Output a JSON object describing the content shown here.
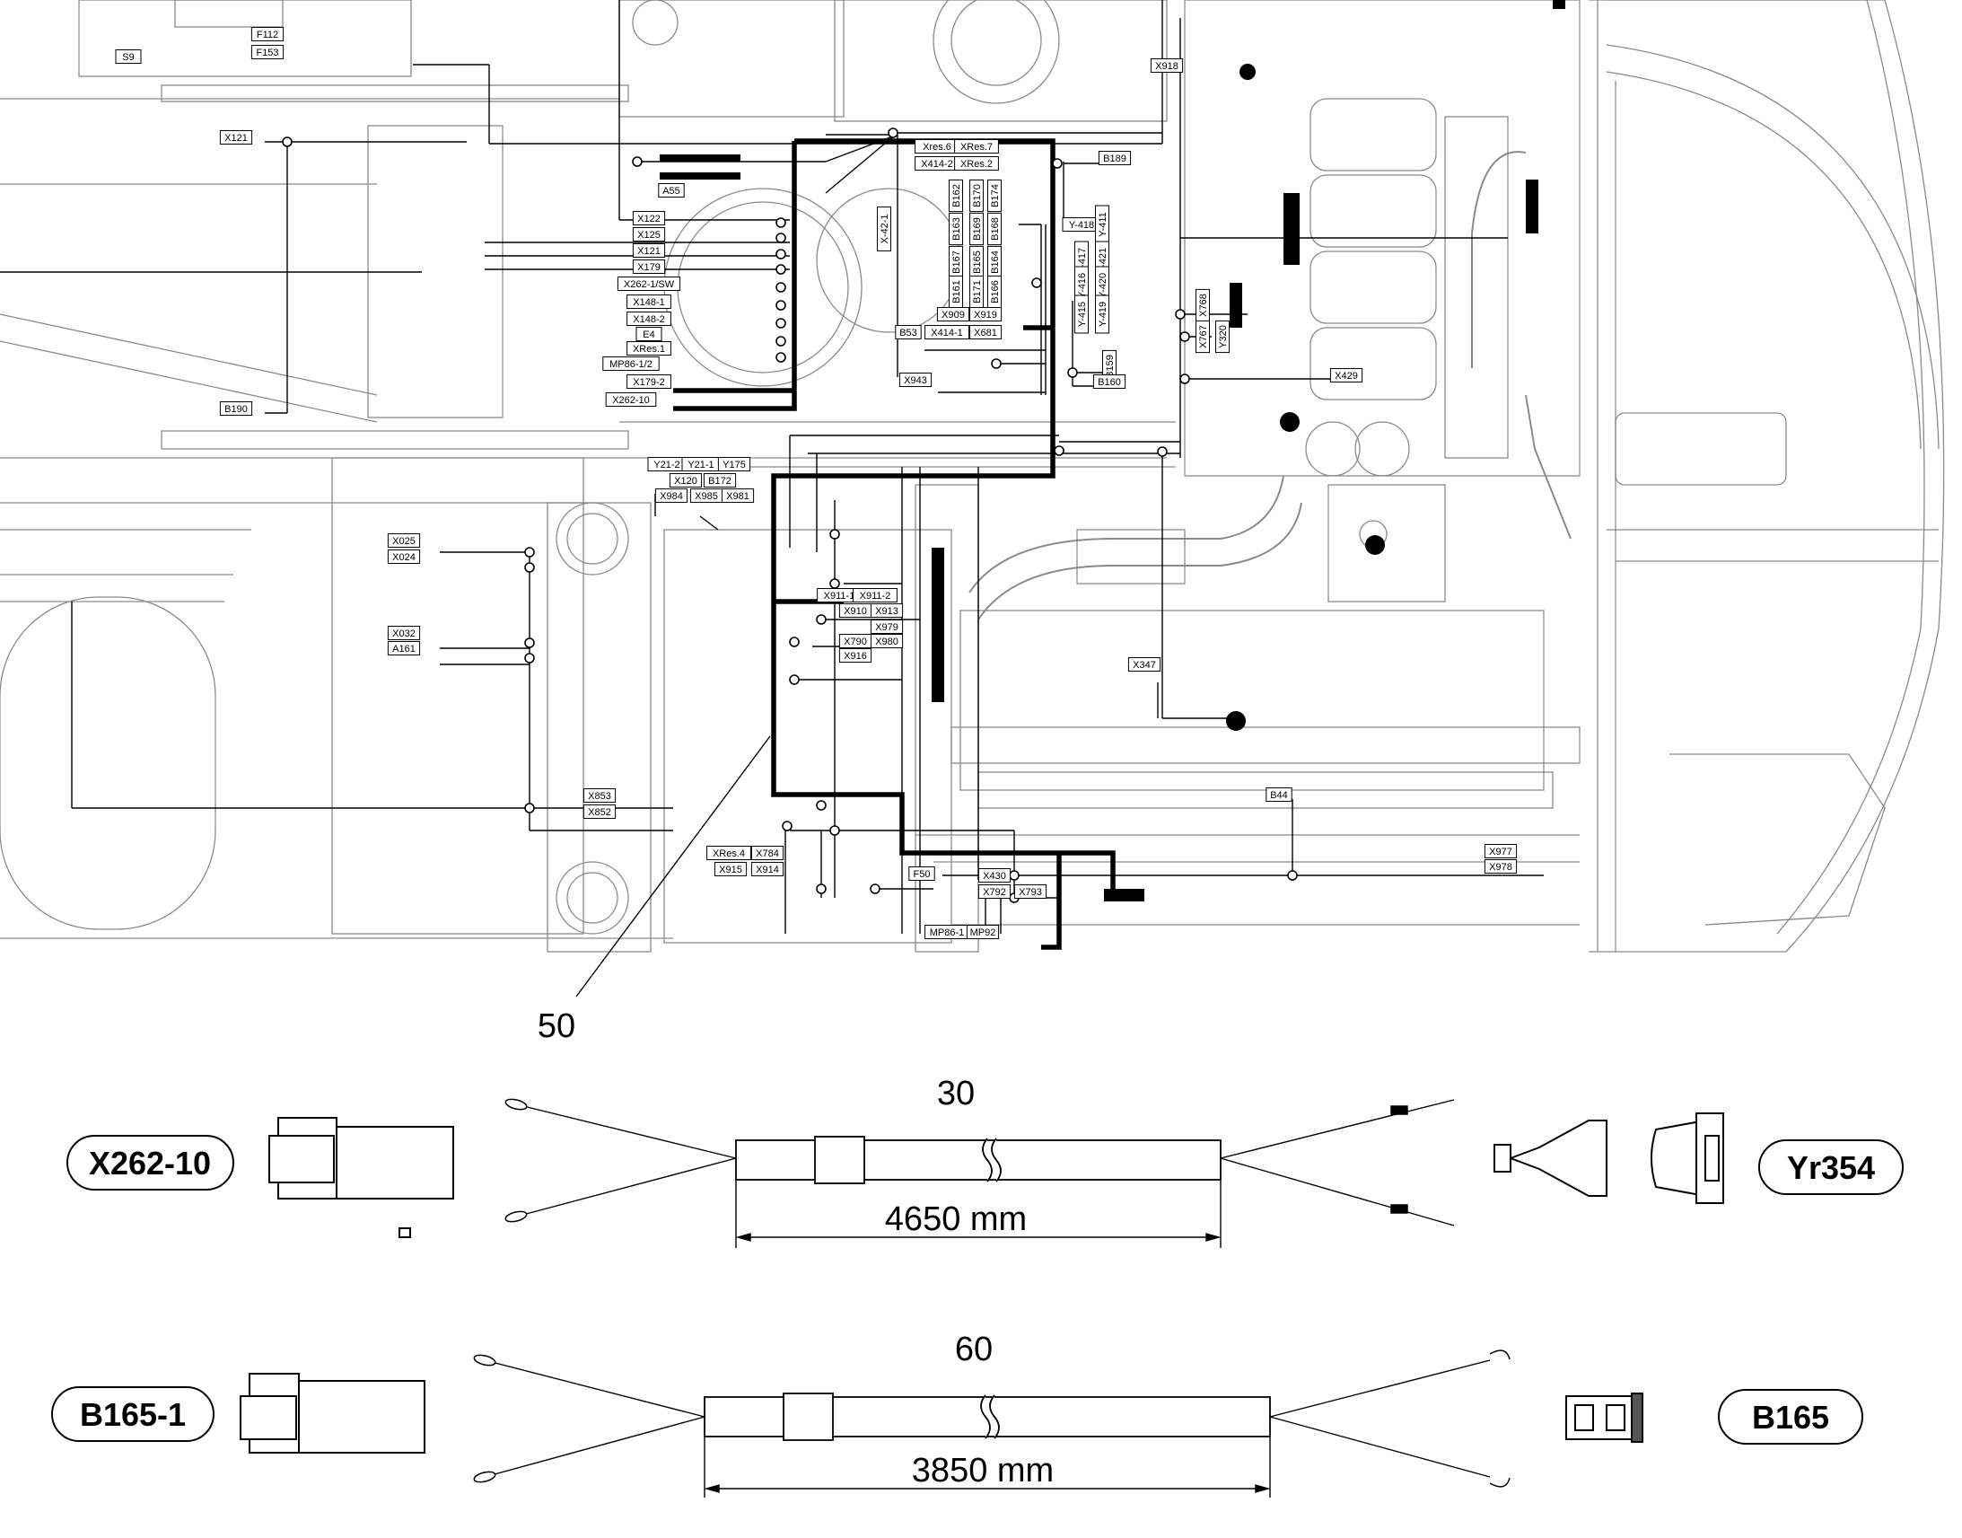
{
  "schematic": {
    "callout": "50",
    "labels": [
      "F112",
      "F153",
      "S9",
      "X121",
      "B190",
      "X918",
      "B189",
      "X122",
      "X125",
      "X121",
      "X179",
      "X262-1/SW",
      "X148-1",
      "X148-2",
      "E4",
      "XRes.1",
      "MP86-1/2",
      "X179-2",
      "X262-10",
      "A55",
      "Xres.6",
      "XRes.7",
      "X414-2",
      "XRes.2",
      "X-42-1",
      "B162",
      "B170",
      "B174",
      "B163",
      "B169",
      "B168",
      "B167",
      "B165",
      "B164",
      "B161",
      "B171",
      "B166",
      "X909",
      "X919",
      "X414-1",
      "X681",
      "B53",
      "X943",
      "Y-418",
      "Y-411",
      "Y-417",
      "Y-421",
      "Y-416",
      "Y-420",
      "Y-415",
      "Y-419",
      "B159",
      "B160",
      "X768",
      "X767",
      "Y320",
      "X429",
      "Y21-2",
      "Y21-1",
      "Y175",
      "X120",
      "B172",
      "X984",
      "X985",
      "X981",
      "X025",
      "X024",
      "X032",
      "A161",
      "X911-1",
      "X911-2",
      "X910",
      "X913",
      "X979",
      "X790",
      "X980",
      "X916",
      "X347",
      "X853",
      "X852",
      "B44",
      "XRes.4",
      "X784",
      "X915",
      "X914",
      "F50",
      "X430",
      "X792",
      "X793",
      "MP86-1",
      "MP92",
      "X977",
      "X978"
    ]
  },
  "cables": [
    {
      "item": "30",
      "length": "4650 mm",
      "left_connector": "X262-10",
      "right_connector": "Yr354"
    },
    {
      "item": "60",
      "length": "3850 mm",
      "left_connector": "B165-1",
      "right_connector": "B165"
    }
  ]
}
